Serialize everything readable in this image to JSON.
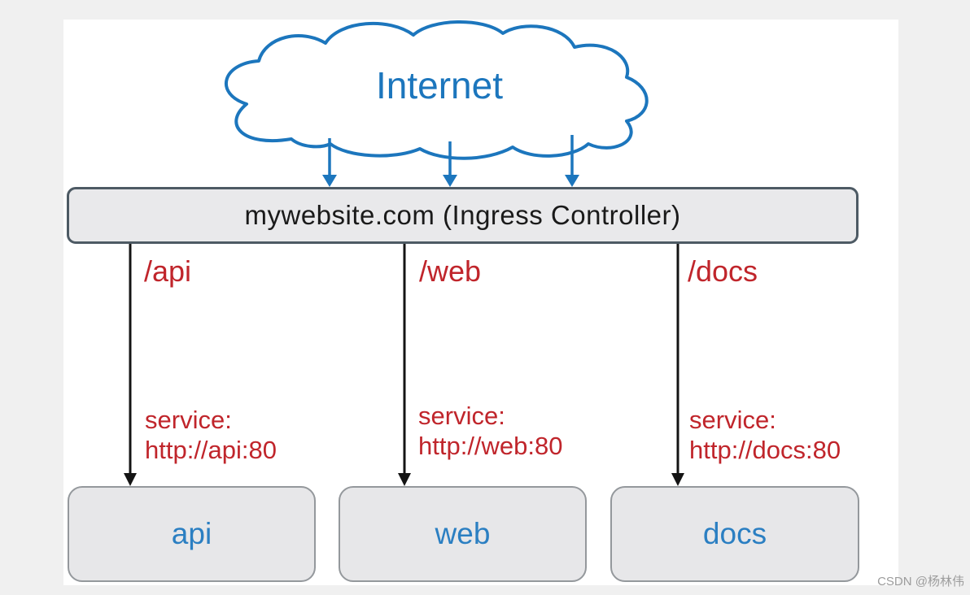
{
  "colors": {
    "blue": "#1c76bd",
    "label_blue": "#2b7fc2",
    "red": "#c0252b",
    "ingress_border": "#4d5a64",
    "ingress_fill": "#e9e9eb",
    "node_border": "#94989c",
    "node_fill": "#e7e7e9",
    "arrow_black": "#141414",
    "canvas": "#ffffff",
    "page_bg": "#f0f0f0",
    "watermark_gray": "#9c9c9c",
    "title_text": "#1a1a1a"
  },
  "cloud": {
    "label": "Internet"
  },
  "ingress": {
    "label": "mywebsite.com (Ingress Controller)"
  },
  "routes": [
    {
      "path": "/api",
      "service_line1": "service:",
      "service_line2": "http://api:80",
      "target": "api"
    },
    {
      "path": "/web",
      "service_line1": "service:",
      "service_line2": "http://web:80",
      "target": "web"
    },
    {
      "path": "/docs",
      "service_line1": "service:",
      "service_line2": "http://docs:80",
      "target": "docs"
    }
  ],
  "watermark": "CSDN @杨林伟"
}
